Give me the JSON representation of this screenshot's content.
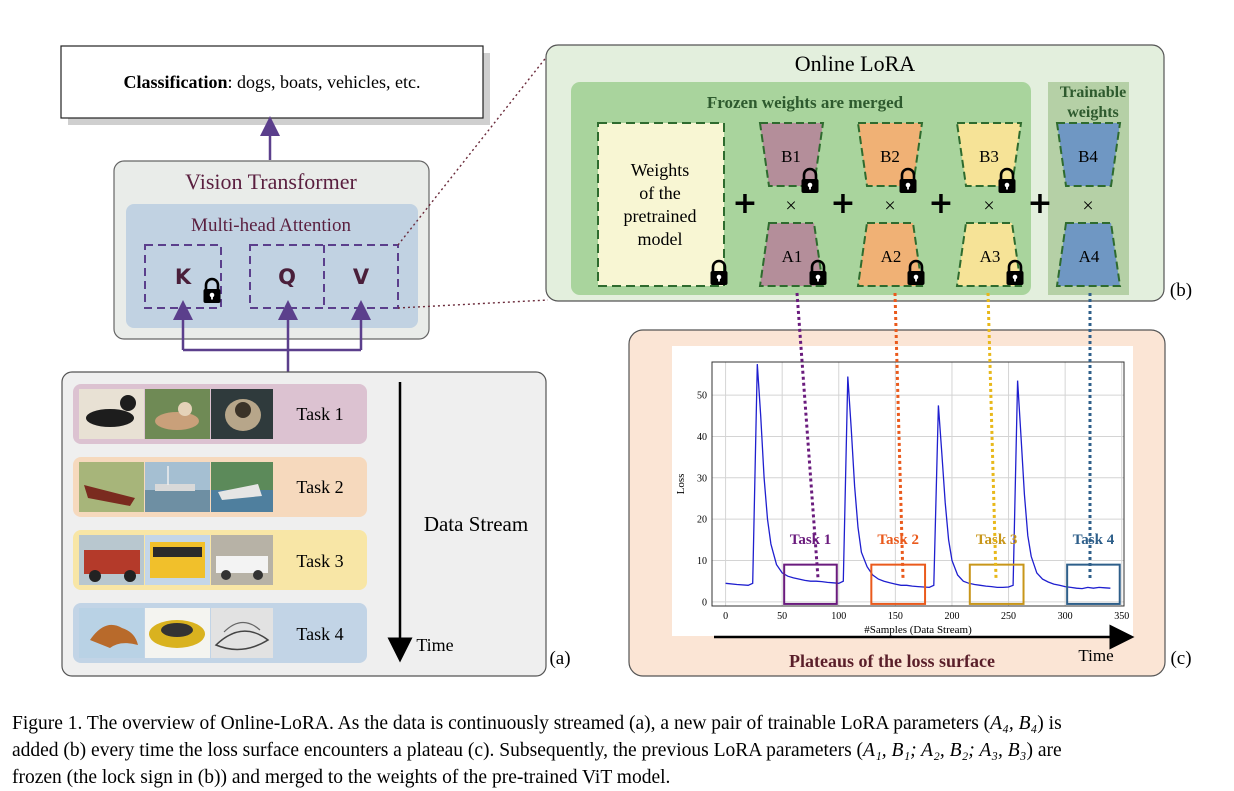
{
  "classification": {
    "bold": "Classification",
    "rest": ": dogs, boats, vehicles, etc."
  },
  "vit": {
    "title": "Vision Transformer",
    "mha": "Multi-head Attention",
    "k": "K",
    "q": "Q",
    "v": "V"
  },
  "stream": {
    "tasks": [
      "Task 1",
      "Task 2",
      "Task 3",
      "Task 4"
    ],
    "label": "Data Stream",
    "time": "Time",
    "panel_tag": "(a)",
    "colors": [
      "#dcc2d1",
      "#f6d9bd",
      "#f8e6a6",
      "#c2d4e6"
    ]
  },
  "lora": {
    "title": "Online LoRA",
    "frozen": "Frozen weights are merged",
    "trainable_line1": "Trainable",
    "trainable_line2": "weights",
    "pretrained_lines": [
      "Weights",
      "of the",
      "pretrained",
      "model"
    ],
    "b": [
      "B1",
      "B2",
      "B3",
      "B4"
    ],
    "a": [
      "A1",
      "A2",
      "A3",
      "A4"
    ],
    "plus": "+",
    "times": "×",
    "panel_tag": "(b)",
    "colors": {
      "pair1": "#b48e9a",
      "pair2": "#f0b175",
      "pair3": "#f6e397",
      "pair4": "#6f97c3"
    }
  },
  "plot": {
    "panel_tag": "(c)",
    "footer": "Plateaus of the loss surface",
    "time": "Time",
    "task_labels": [
      "Task 1",
      "Task 2",
      "Task 3",
      "Task 4"
    ],
    "task_colors": [
      "#6a1b7d",
      "#ea5a1c",
      "#c8961a",
      "#2e5f8a"
    ]
  },
  "chart_data": {
    "type": "line",
    "xlabel": "#Samples (Data Stream)",
    "ylabel": "Loss",
    "xlim": [
      -12,
      352
    ],
    "ylim": [
      -1,
      58
    ],
    "xticks": [
      0,
      50,
      100,
      150,
      200,
      250,
      300,
      350
    ],
    "yticks": [
      0,
      10,
      20,
      30,
      40,
      50
    ],
    "grid": true,
    "series": [
      {
        "color": "#1f1fcf",
        "x": [
          0,
          10,
          20,
          24,
          28,
          31,
          34,
          37,
          40,
          45,
          50,
          55,
          60,
          65,
          70,
          75,
          80,
          85,
          90,
          95,
          100,
          104,
          108,
          111,
          114,
          117,
          120,
          125,
          130,
          135,
          140,
          145,
          150,
          155,
          160,
          165,
          170,
          175,
          180,
          184,
          188,
          191,
          194,
          197,
          200,
          205,
          210,
          215,
          220,
          225,
          230,
          235,
          240,
          245,
          250,
          254,
          258,
          261,
          264,
          267,
          270,
          275,
          280,
          285,
          290,
          295,
          300,
          305,
          310,
          315,
          320,
          325,
          330,
          335,
          340
        ],
        "y": [
          4.5,
          4.2,
          4.0,
          4.5,
          57.5,
          45,
          30,
          20,
          14,
          9,
          7,
          6.2,
          5.8,
          5.5,
          5.2,
          5.0,
          5.0,
          4.9,
          4.7,
          4.6,
          4.5,
          5.0,
          54.5,
          42,
          28,
          18,
          12,
          8.5,
          6.5,
          5.5,
          5.0,
          4.6,
          4.3,
          4.0,
          4.0,
          3.8,
          3.7,
          3.6,
          3.5,
          4.0,
          47.5,
          36,
          24,
          15,
          10,
          6.5,
          5.0,
          4.5,
          4.2,
          4.0,
          3.8,
          3.7,
          3.5,
          3.5,
          3.6,
          4.0,
          53.5,
          40,
          26,
          16,
          11,
          7,
          5.5,
          4.8,
          4.3,
          4.0,
          3.7,
          3.5,
          3.3,
          3.2,
          3.5,
          3.3,
          3.5,
          3.4,
          3.3
        ]
      }
    ]
  },
  "caption": {
    "line1_a": "Figure 1. The overview of Online-LoRA. As the data is continuously streamed (a), a new pair of trainable LoRA parameters (",
    "line1_math": "A₄, B₄",
    "line1_b": ") is",
    "line2_a": "added (b) every time the loss surface encounters a plateau (c). Subsequently, the previous LoRA parameters (",
    "line2_math": "A₁, B₁; A₂, B₂; A₃, B₃",
    "line2_b": ") are",
    "line3": "frozen (the lock sign in (b)) and merged to the weights of the pre-trained ViT model."
  }
}
